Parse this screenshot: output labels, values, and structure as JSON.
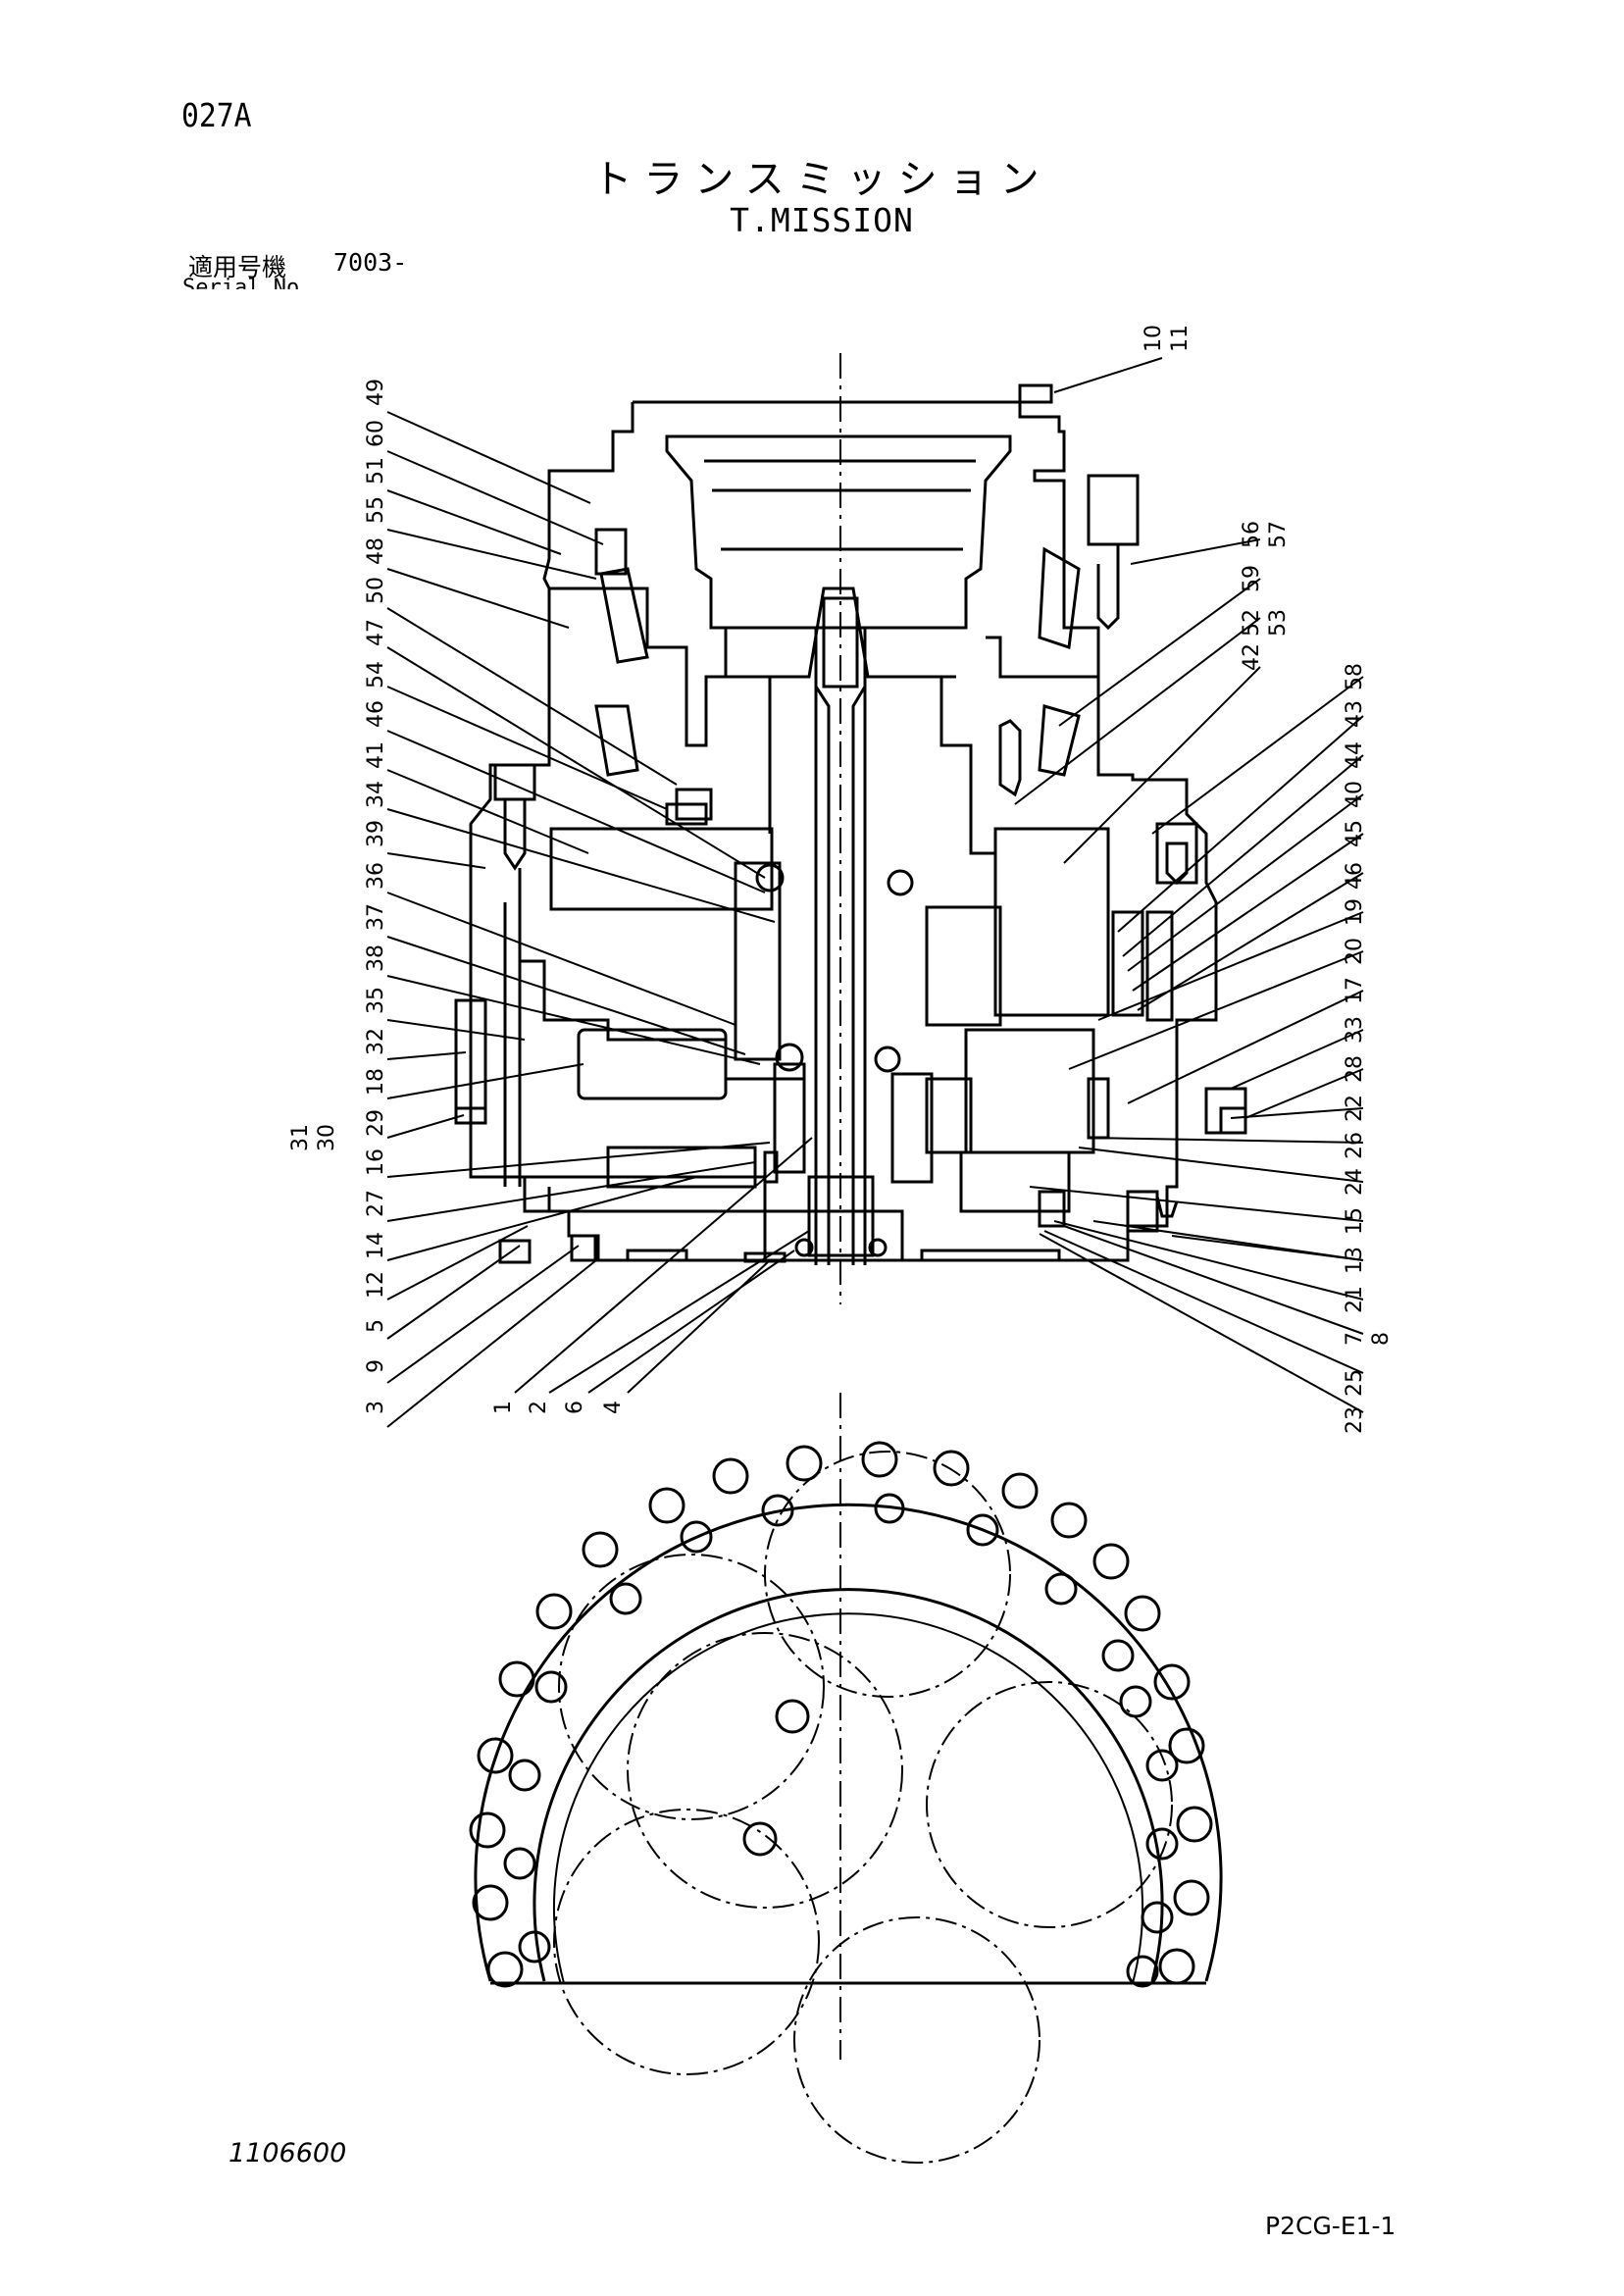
{
  "header": {
    "page_code": "027A",
    "title_jp": "トランスミッション",
    "title_en": "T.MISSION",
    "serial_label": "適用号機",
    "serial_value": "7003-",
    "serial_sub": "Serial No."
  },
  "callouts": {
    "left": [
      "49",
      "60",
      "51",
      "55",
      "48",
      "50",
      "47",
      "54",
      "46",
      "41",
      "34",
      "39",
      "36",
      "37",
      "38",
      "35",
      "32",
      "18",
      "29",
      "16",
      "27",
      "14",
      "12",
      "5",
      "9",
      "3"
    ],
    "left_extra": [
      "31",
      "30"
    ],
    "bottom": [
      "1",
      "2",
      "6",
      "4"
    ],
    "top_right": [
      "10",
      "11"
    ],
    "right_upper": [
      "56",
      "57",
      "59",
      "52",
      "53"
    ],
    "right": [
      "42",
      "58",
      "43",
      "44",
      "40",
      "45",
      "46",
      "19",
      "20",
      "17",
      "33",
      "28",
      "22",
      "26",
      "24",
      "15",
      "13",
      "21",
      "7",
      "8",
      "25",
      "23"
    ]
  },
  "footer": {
    "doc_number": "1106600",
    "sheet_code": "P2CG-E1-1"
  }
}
